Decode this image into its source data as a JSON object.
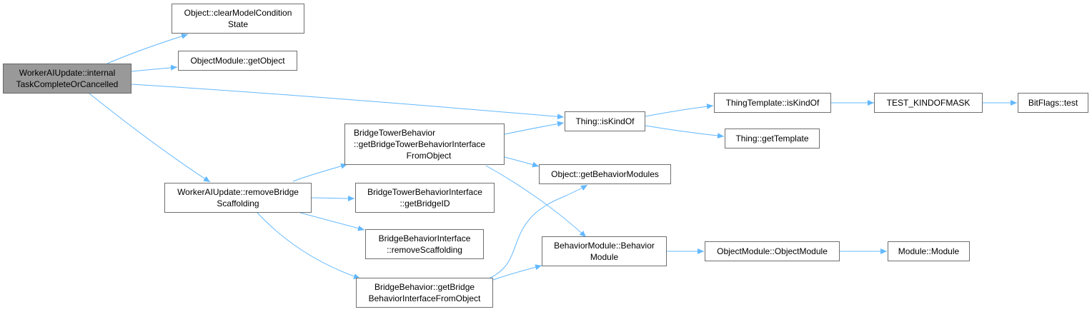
{
  "diagram": {
    "edge_color": "#63b8ff",
    "root_fill": "#999999",
    "nodes": [
      {
        "id": "root",
        "lines": [
          "WorkerAIUpdate::internal",
          "TaskCompleteOrCancelled"
        ]
      },
      {
        "id": "clearModel",
        "lines": [
          "Object::clearModelCondition",
          "State"
        ]
      },
      {
        "id": "getObject",
        "lines": [
          "ObjectModule::getObject"
        ]
      },
      {
        "id": "removeBridge",
        "lines": [
          "WorkerAIUpdate::removeBridge",
          "Scaffolding"
        ]
      },
      {
        "id": "btbGet",
        "lines": [
          "BridgeTowerBehavior",
          "::getBridgeTowerBehaviorInterface",
          "FromObject"
        ]
      },
      {
        "id": "btbiGetId",
        "lines": [
          "BridgeTowerBehaviorInterface",
          "::getBridgeID"
        ]
      },
      {
        "id": "bbiRemove",
        "lines": [
          "BridgeBehaviorInterface",
          "::removeScaffolding"
        ]
      },
      {
        "id": "bbGet",
        "lines": [
          "BridgeBehavior::getBridge",
          "BehaviorInterfaceFromObject"
        ]
      },
      {
        "id": "isKindOf",
        "lines": [
          "Thing::isKindOf"
        ]
      },
      {
        "id": "getBehaviorModules",
        "lines": [
          "Object::getBehaviorModules"
        ]
      },
      {
        "id": "behaviorModule",
        "lines": [
          "BehaviorModule::Behavior",
          "Module"
        ]
      },
      {
        "id": "ttIsKindOf",
        "lines": [
          "ThingTemplate::isKindOf"
        ]
      },
      {
        "id": "getTemplate",
        "lines": [
          "Thing::getTemplate"
        ]
      },
      {
        "id": "testMask",
        "lines": [
          "TEST_KINDOFMASK"
        ]
      },
      {
        "id": "bitTest",
        "lines": [
          "BitFlags::test"
        ]
      },
      {
        "id": "objectModule",
        "lines": [
          "ObjectModule::ObjectModule"
        ]
      },
      {
        "id": "module",
        "lines": [
          "Module::Module"
        ]
      }
    ],
    "edges": [
      {
        "from": "root",
        "to": "clearModel"
      },
      {
        "from": "root",
        "to": "getObject"
      },
      {
        "from": "root",
        "to": "isKindOf"
      },
      {
        "from": "root",
        "to": "removeBridge"
      },
      {
        "from": "removeBridge",
        "to": "btbGet"
      },
      {
        "from": "removeBridge",
        "to": "btbiGetId"
      },
      {
        "from": "removeBridge",
        "to": "bbiRemove"
      },
      {
        "from": "removeBridge",
        "to": "bbGet"
      },
      {
        "from": "btbGet",
        "to": "isKindOf"
      },
      {
        "from": "btbGet",
        "to": "getBehaviorModules"
      },
      {
        "from": "btbGet",
        "to": "behaviorModule"
      },
      {
        "from": "bbGet",
        "to": "getBehaviorModules"
      },
      {
        "from": "bbGet",
        "to": "behaviorModule"
      },
      {
        "from": "isKindOf",
        "to": "ttIsKindOf"
      },
      {
        "from": "isKindOf",
        "to": "getTemplate"
      },
      {
        "from": "ttIsKindOf",
        "to": "testMask"
      },
      {
        "from": "testMask",
        "to": "bitTest"
      },
      {
        "from": "behaviorModule",
        "to": "objectModule"
      },
      {
        "from": "objectModule",
        "to": "module"
      }
    ]
  }
}
